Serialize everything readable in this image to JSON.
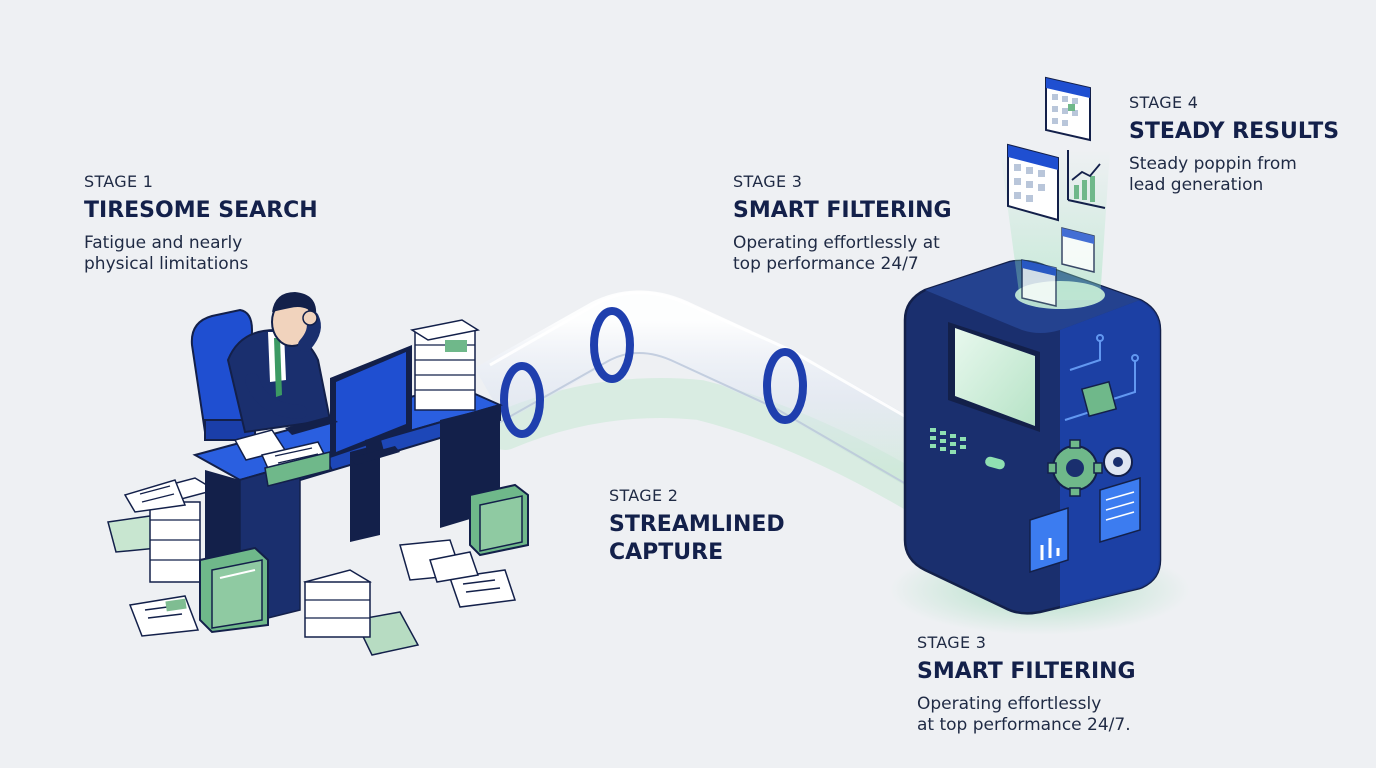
{
  "stages": [
    {
      "label": "STAGE 1",
      "title": "TIRESOME SEARCH",
      "desc": [
        "Fatigue and nearly",
        "physical limitations"
      ]
    },
    {
      "label": "STAGE 2",
      "title": [
        "STREAMLINED",
        "CAPTURE"
      ]
    },
    {
      "label": "STAGE 3",
      "title": "SMART FILTERING",
      "desc": [
        "Operating effortlessly at",
        "top performance 24/7"
      ]
    },
    {
      "label": "STAGE 4",
      "title": "STEADY RESULTS",
      "desc": [
        "Steady poppin from",
        "lead generation"
      ]
    },
    {
      "label": "STAGE 3",
      "title": "SMART FILTERING",
      "desc": [
        "Operating effortlessly",
        "at top performance 24/7."
      ]
    }
  ],
  "colors": {
    "navy": "#13204a",
    "blue": "#1f4fd1",
    "green": "#6fb88a",
    "paper": "#ffffff",
    "background": "#eef0f3"
  },
  "icons": [
    "worker-icon",
    "desk-icon",
    "monitor-icon",
    "paper-stack-icon",
    "folder-icon",
    "pipe-icon",
    "machine-icon",
    "gear-icon",
    "calendar-icon",
    "chart-icon"
  ]
}
